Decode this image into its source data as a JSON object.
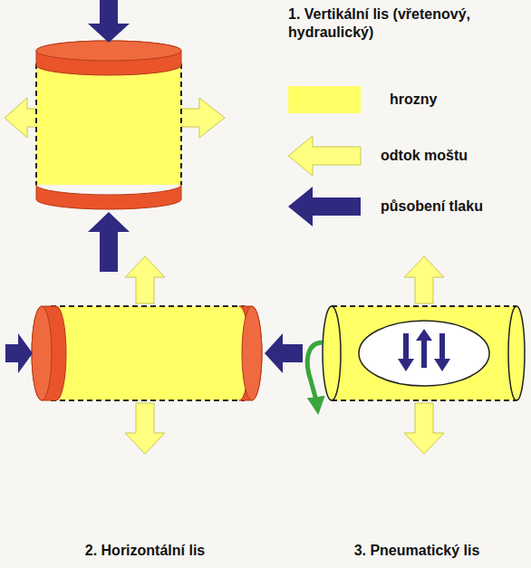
{
  "diagram": {
    "nodes": [
      {
        "text": [
          "1. Vertikální lis (vřetenový, hydraulický)"
        ]
      },
      {
        "text": [
          "2. Horizontální lis"
        ]
      },
      {
        "text": [
          "3. Pneumatický lis"
        ]
      }
    ],
    "legend": [
      {
        "text": "hrozny",
        "color": "#ffff66"
      },
      {
        "text": "odtok moštu"
      },
      {
        "text": "působení tlaku"
      }
    ]
  }
}
